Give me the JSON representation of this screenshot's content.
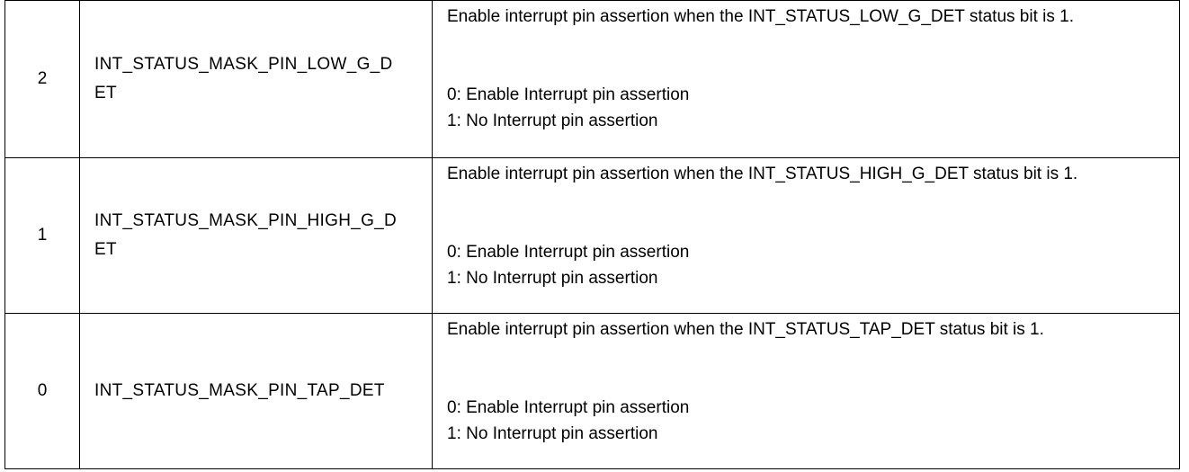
{
  "rows": [
    {
      "bit": "2",
      "field": "INT_STATUS_MASK_PIN_LOW_G_DET",
      "description": "Enable interrupt pin assertion when the INT_STATUS_LOW_G_DET status bit is 1.",
      "option0": "0: Enable Interrupt pin assertion",
      "option1": "1: No Interrupt pin assertion"
    },
    {
      "bit": "1",
      "field": "INT_STATUS_MASK_PIN_HIGH_G_DET",
      "description": "Enable interrupt pin assertion when the INT_STATUS_HIGH_G_DET status bit is 1.",
      "option0": "0: Enable Interrupt pin assertion",
      "option1": "1: No Interrupt pin assertion"
    },
    {
      "bit": "0",
      "field": "INT_STATUS_MASK_PIN_TAP_DET",
      "description": "Enable interrupt pin assertion when the INT_STATUS_TAP_DET status bit is 1.",
      "option0": "0: Enable Interrupt pin assertion",
      "option1": "1: No Interrupt pin assertion"
    }
  ]
}
